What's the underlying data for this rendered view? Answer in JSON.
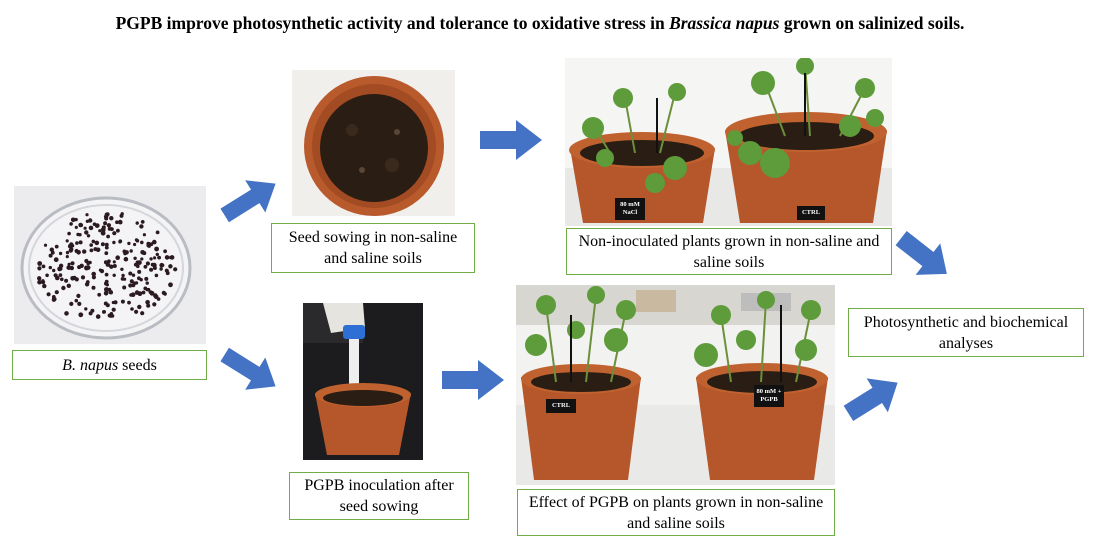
{
  "title": {
    "part1": "PGPB improve photosynthetic activity and tolerance to oxidative stress in ",
    "species": "Brassica napus",
    "part2": " grown on salinized soils."
  },
  "boxes": {
    "seeds": {
      "species": "B. napus",
      "rest": " seeds"
    },
    "sowing": "Seed sowing in non-saline and saline soils",
    "non_inoculated": "Non-inoculated plants grown in non-saline and saline soils",
    "inoculation": "PGPB inoculation after seed sowing",
    "effect": "Effect of PGPB on plants grown in non-saline and saline soils",
    "analyses": "Photosynthetic and biochemical analyses"
  },
  "pot_labels": {
    "pot1": "80 mM NaCl",
    "pot2": "CTRL",
    "pot3": "CTRL",
    "pot4": "80 mM + PGPB"
  },
  "colors": {
    "arrow": "#4472c4",
    "box_border": "#70ad47",
    "pot": "#b5562b",
    "soil": "#2a1d14",
    "leaf": "#5e9b3a"
  }
}
